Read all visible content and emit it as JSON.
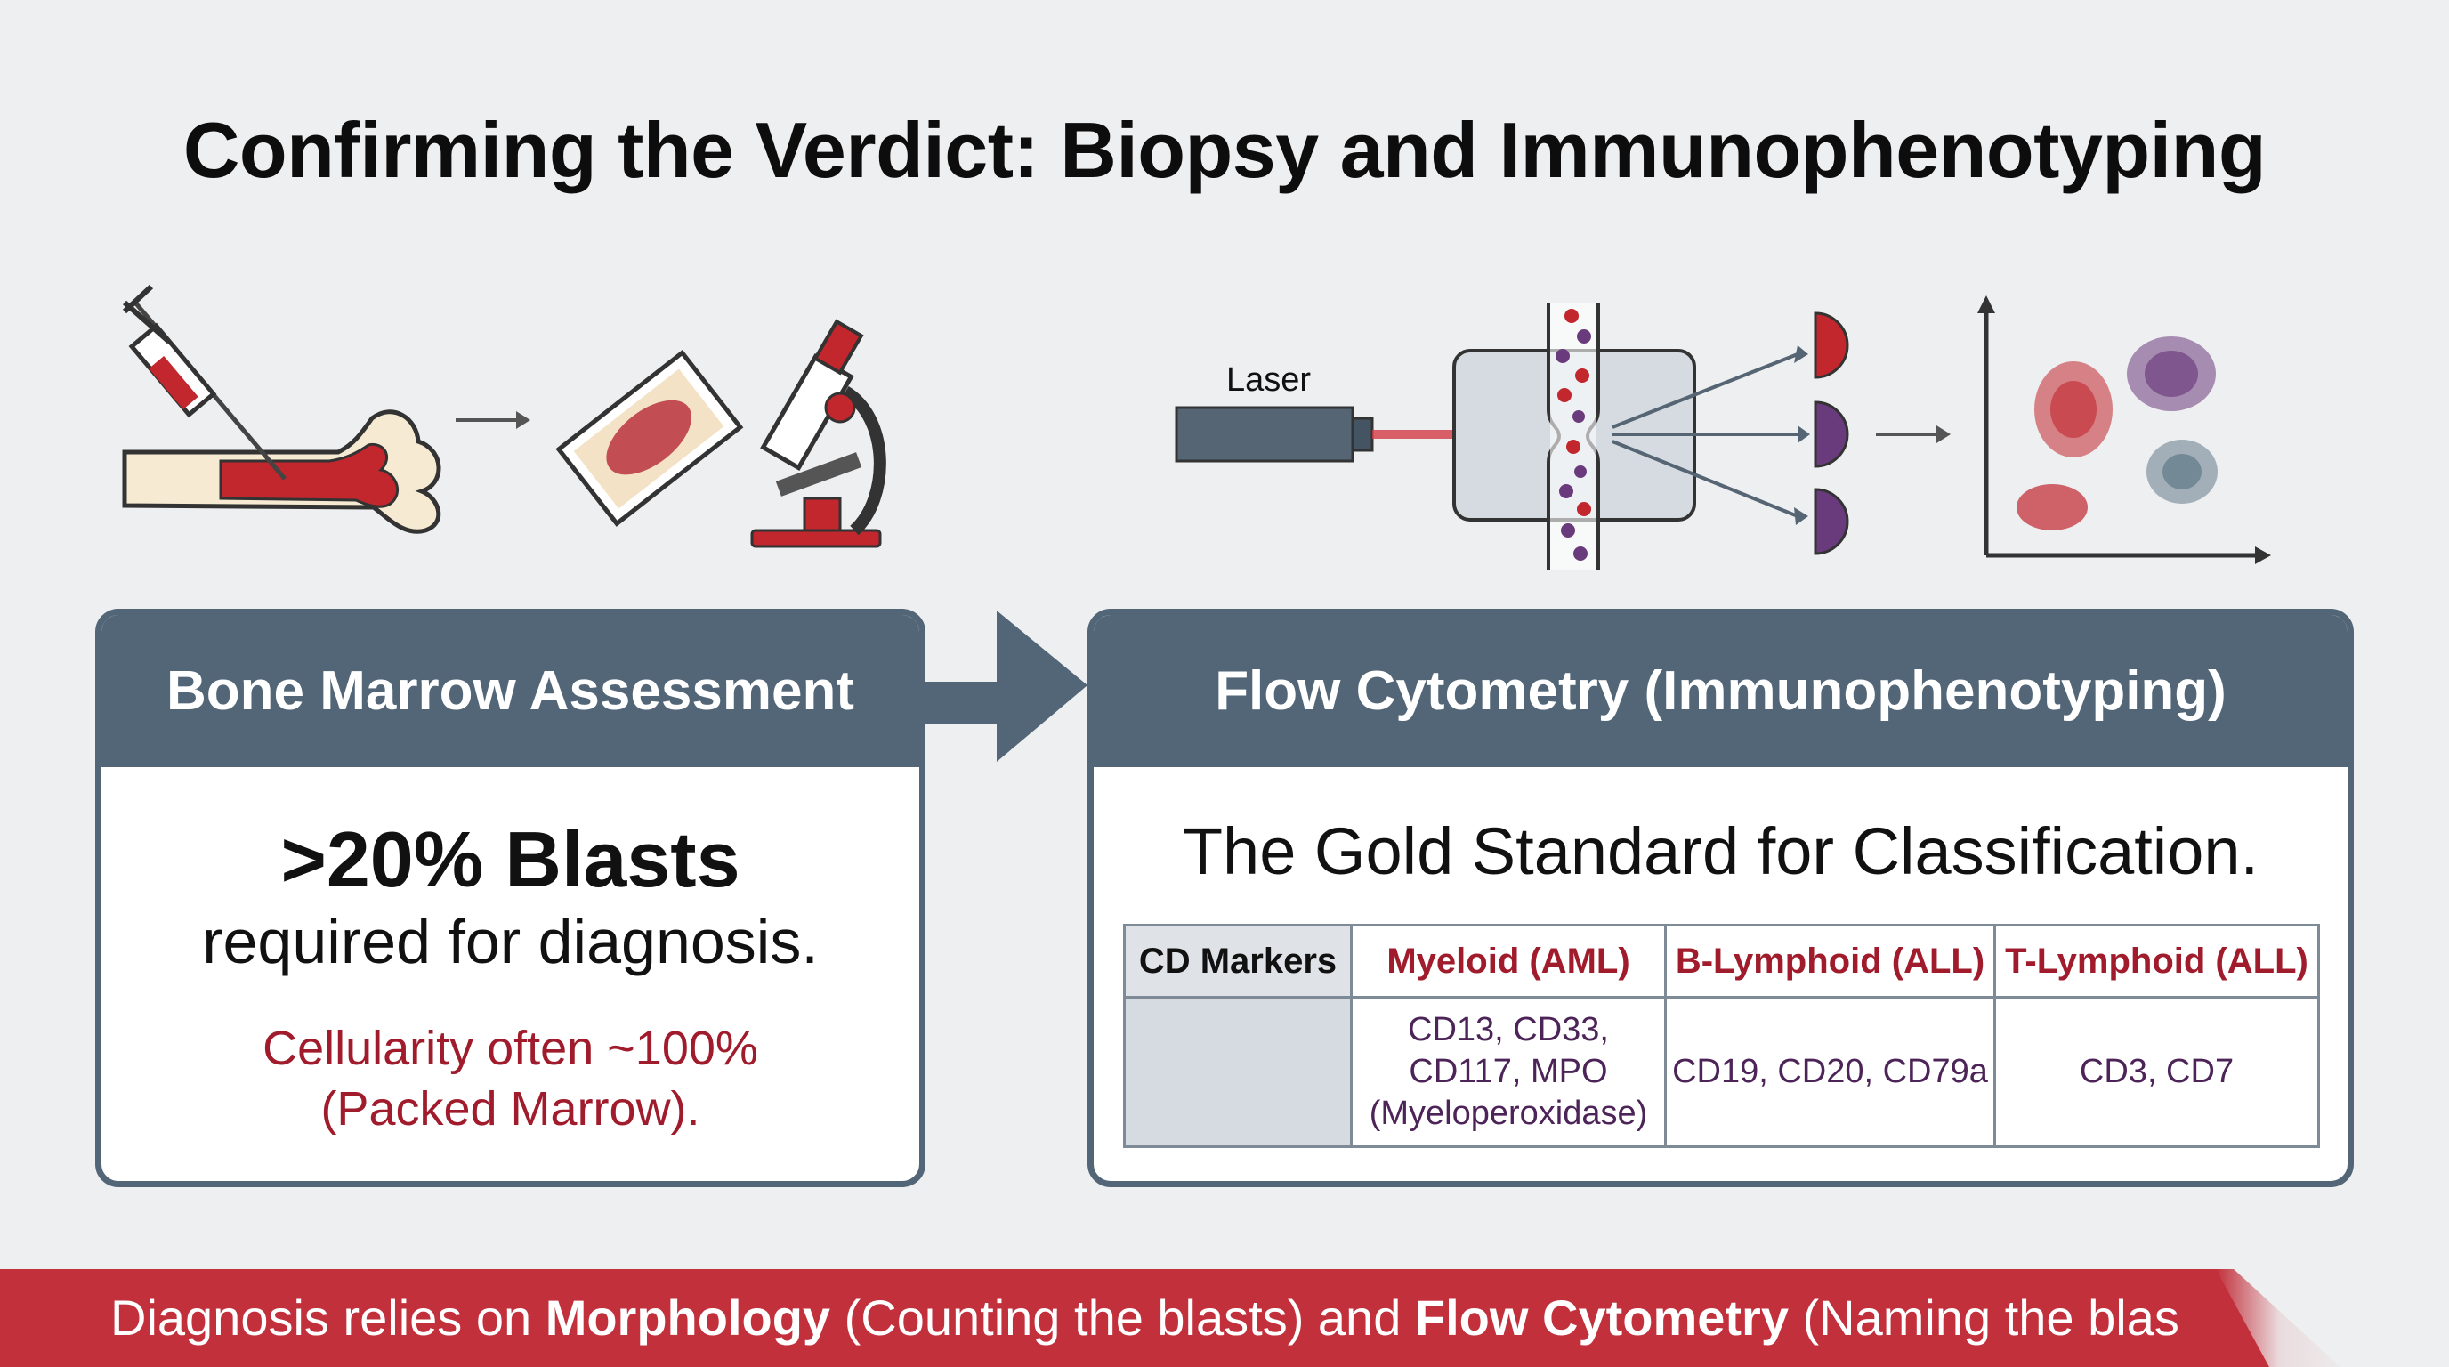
{
  "title": "Confirming the Verdict: Biopsy and Immunophenotyping",
  "illustration": {
    "laser_label": "Laser"
  },
  "left_panel": {
    "header": "Bone Marrow Assessment",
    "stat": ">20% Blasts",
    "stat_desc": "required for diagnosis.",
    "cellularity_line1": "Cellularity often ~100%",
    "cellularity_line2": "(Packed Marrow)."
  },
  "right_panel": {
    "header": "Flow Cytometry (Immunophenotyping)",
    "subtitle": "The Gold Standard for Classification.",
    "table": {
      "headers": [
        "CD Markers",
        "Myeloid (AML)",
        "B-Lymphoid (ALL)",
        "T-Lymphoid (ALL)"
      ],
      "row": [
        "",
        "CD13, CD33, CD117, MPO (Myeloperoxidase)",
        "CD19, CD20, CD79a",
        "CD3, CD7"
      ]
    }
  },
  "footer": {
    "part1": "Diagnosis relies on ",
    "bold1": "Morphology",
    "part2": " (Counting the blasts) and ",
    "bold2": "Flow Cytometry",
    "part3": " (Naming the blas"
  },
  "colors": {
    "slate": "#526677",
    "accent_red": "#a01c2c",
    "footer_red": "#c2303c",
    "marker_purple": "#4d2458"
  }
}
